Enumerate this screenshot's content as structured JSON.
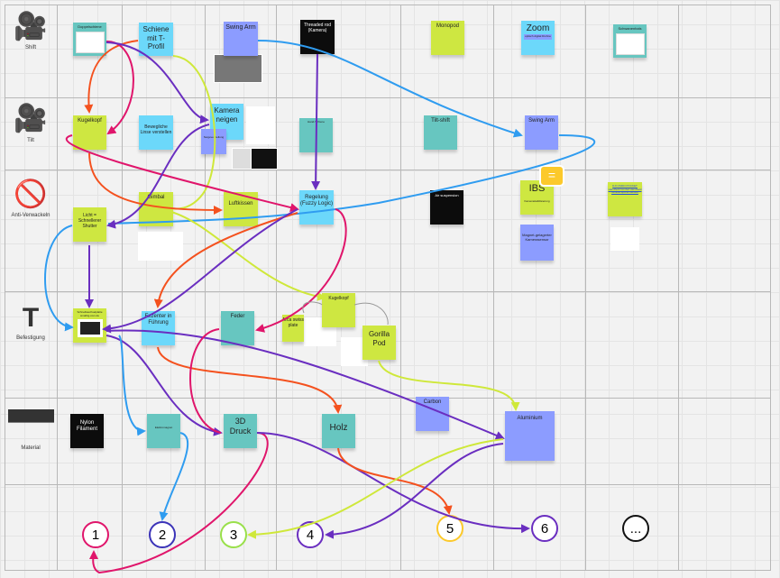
{
  "rows": [
    {
      "label": "Shift",
      "icon": "camera-shift-icon"
    },
    {
      "label": "Tilt",
      "icon": "camera-tilt-icon"
    },
    {
      "label": "Anti-Verwackeln",
      "icon": "anti-shake-icon"
    },
    {
      "label": "Befestigung",
      "icon": "screw-icon"
    },
    {
      "label": "Material",
      "icon": "bricks-icon"
    }
  ],
  "notes": {
    "doppelschiene": "Doppelschiene",
    "schiene": "Schiene mit T-Profil",
    "swing_arm_1": "Swing Arm",
    "threaded_rod": "Threaded rod (Kamera)",
    "monopod": "Monopod",
    "zoom": "Zoom",
    "zoom_sub": "optisch digital Drohne",
    "schwanenhals": "Schwanenhals",
    "kugelkopf_1": "Kugelkopf",
    "linse": "Bewegliche Linse verstellen",
    "kamera_neigen": "Kamera neigen",
    "neige_sub": "Neigeverstellung",
    "hand_schiene": "Hand-Schiene",
    "tilt_shift": "Tilt-shift",
    "swing_arm_2": "Swing Arm",
    "licht": "Licht = Schnellerer Shutter",
    "gimbal": "Gimbal",
    "luftkissen": "Luftkissen",
    "regelung": "Regelung (Fuzzy Logic)",
    "air": "Air suspension",
    "ibs": "IBS",
    "ibs_sub": "Kamerastabilisierung",
    "magnet": "Magnet-gelagerter Kamerasensor",
    "dji": "DJI OSMO POCKET Handheld Gimbal Handheld Gimbal Sports Version",
    "schnellwechsel": "Schnellwechselplatte smallrig.com.de",
    "exzenter": "Exzenter in Führung",
    "feder": "Feder",
    "kugelkopf_2": "Kugelkopf",
    "arca": "Arca swiss plate",
    "gorilla": "Gorilla Pod",
    "nylon": "Nylon Filament",
    "elektromagnet": "Elektromagnet",
    "druck": "3D Druck",
    "holz": "Holz",
    "carbon": "Carbon",
    "aluminium": "Aluminium"
  },
  "solutions": [
    "1",
    "2",
    "3",
    "4",
    "5",
    "6",
    "..."
  ],
  "colors": {
    "yellow": "#cee741",
    "cyan": "#6cd8fa",
    "teal": "#67c6c0",
    "blue": "#8c9cff",
    "red": "#e0156b",
    "orange": "#f4511e",
    "purple": "#6a2ec0",
    "lime": "#cfe83a",
    "sky": "#2f9cf0"
  }
}
